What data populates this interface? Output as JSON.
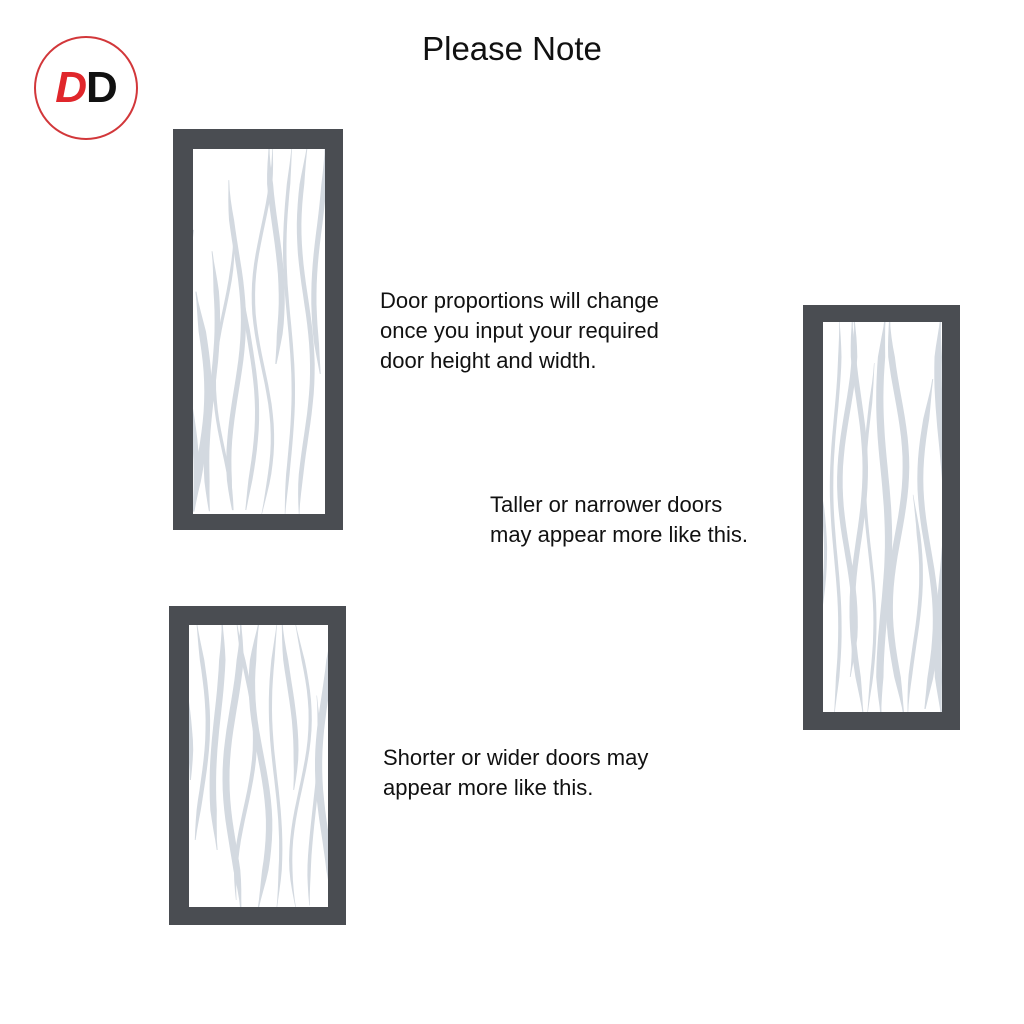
{
  "header": {
    "title": "Please Note"
  },
  "logo": {
    "text_left": "D",
    "text_right": "D"
  },
  "notes": {
    "proportions": [
      "Door proportions will change",
      "once you input your required",
      "door height and width."
    ],
    "taller": [
      "Taller or narrower doors",
      "may appear more like this."
    ],
    "shorter": [
      "Shorter or wider doors may",
      "appear more like this."
    ]
  },
  "colors": {
    "frame": "#4a4d52",
    "pattern": "#d3d9e0",
    "logo_red": "#e0262b"
  }
}
